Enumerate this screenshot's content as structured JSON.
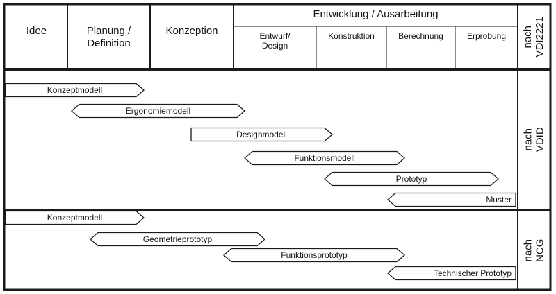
{
  "header": {
    "phases": [
      "Idee",
      "Planung /\nDefinition",
      "Konzeption"
    ],
    "development_title": "Entwicklung / Ausarbeitung",
    "sub_phases": [
      "Entwurf/\nDesign",
      "Konstruktion",
      "Berechnung",
      "Erprobung"
    ],
    "side_label": "nach\nVDI2221"
  },
  "vdid": {
    "side_label": "nach\nVDID",
    "bars": [
      {
        "label": "Konzeptmodell",
        "shape": "right-arrow"
      },
      {
        "label": "Ergonomiemodell",
        "shape": "hexagon"
      },
      {
        "label": "Designmodell",
        "shape": "right-arrow"
      },
      {
        "label": "Funktionsmodell",
        "shape": "hexagon"
      },
      {
        "label": "Prototyp",
        "shape": "hexagon"
      },
      {
        "label": "Muster",
        "shape": "left-arrow"
      }
    ]
  },
  "ncg": {
    "side_label": "nach\nNCG",
    "bars": [
      {
        "label": "Konzeptmodell",
        "shape": "right-arrow"
      },
      {
        "label": "Geometrieprototyp",
        "shape": "hexagon"
      },
      {
        "label": "Funktionsprototyp",
        "shape": "hexagon"
      },
      {
        "label": "Technischer Prototyp",
        "shape": "left-arrow"
      }
    ]
  },
  "colors": {
    "line": "#1a1a1a",
    "fill": "#ffffff",
    "text": "#111111"
  }
}
